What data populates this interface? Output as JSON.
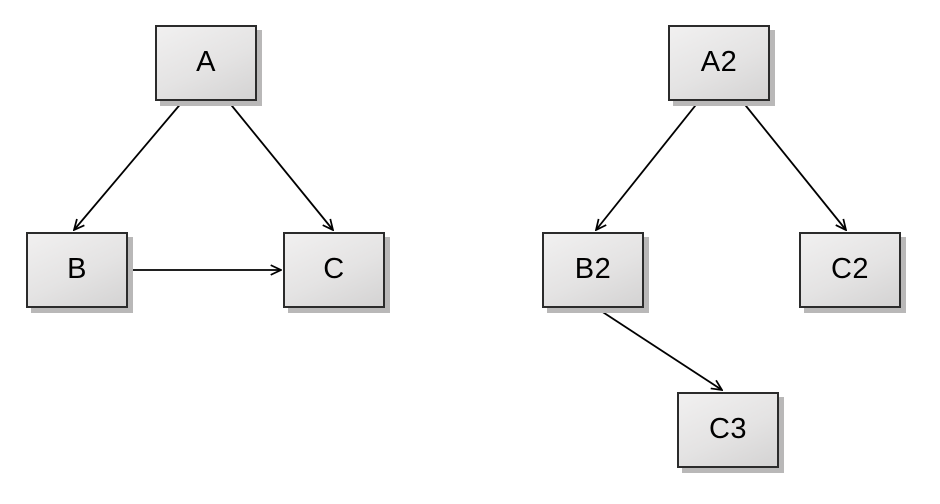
{
  "diagram": {
    "colors": {
      "background": "#ffffff",
      "node_fill_top": "#f1f0f0",
      "node_fill_bottom": "#d4d3d3",
      "node_border": "#2b2b2b",
      "node_shadow": "#b9b8b8",
      "edge": "#000000",
      "text": "#000000"
    },
    "graphs": [
      {
        "name": "left-graph",
        "nodes": [
          {
            "id": "A",
            "label": "A"
          },
          {
            "id": "B",
            "label": "B"
          },
          {
            "id": "C",
            "label": "C"
          }
        ],
        "edges": [
          {
            "from": "A",
            "to": "B",
            "arrow": "open-arrowhead"
          },
          {
            "from": "A",
            "to": "C",
            "arrow": "open-arrowhead"
          },
          {
            "from": "B",
            "to": "C",
            "arrow": "open-arrowhead"
          }
        ]
      },
      {
        "name": "right-graph",
        "nodes": [
          {
            "id": "A2",
            "label": "A2"
          },
          {
            "id": "B2",
            "label": "B2"
          },
          {
            "id": "C2",
            "label": "C2"
          },
          {
            "id": "C3",
            "label": "C3"
          }
        ],
        "edges": [
          {
            "from": "A2",
            "to": "B2",
            "arrow": "open-arrowhead"
          },
          {
            "from": "A2",
            "to": "C2",
            "arrow": "open-arrowhead"
          },
          {
            "from": "B2",
            "to": "C3",
            "arrow": "open-arrowhead"
          }
        ]
      }
    ]
  }
}
